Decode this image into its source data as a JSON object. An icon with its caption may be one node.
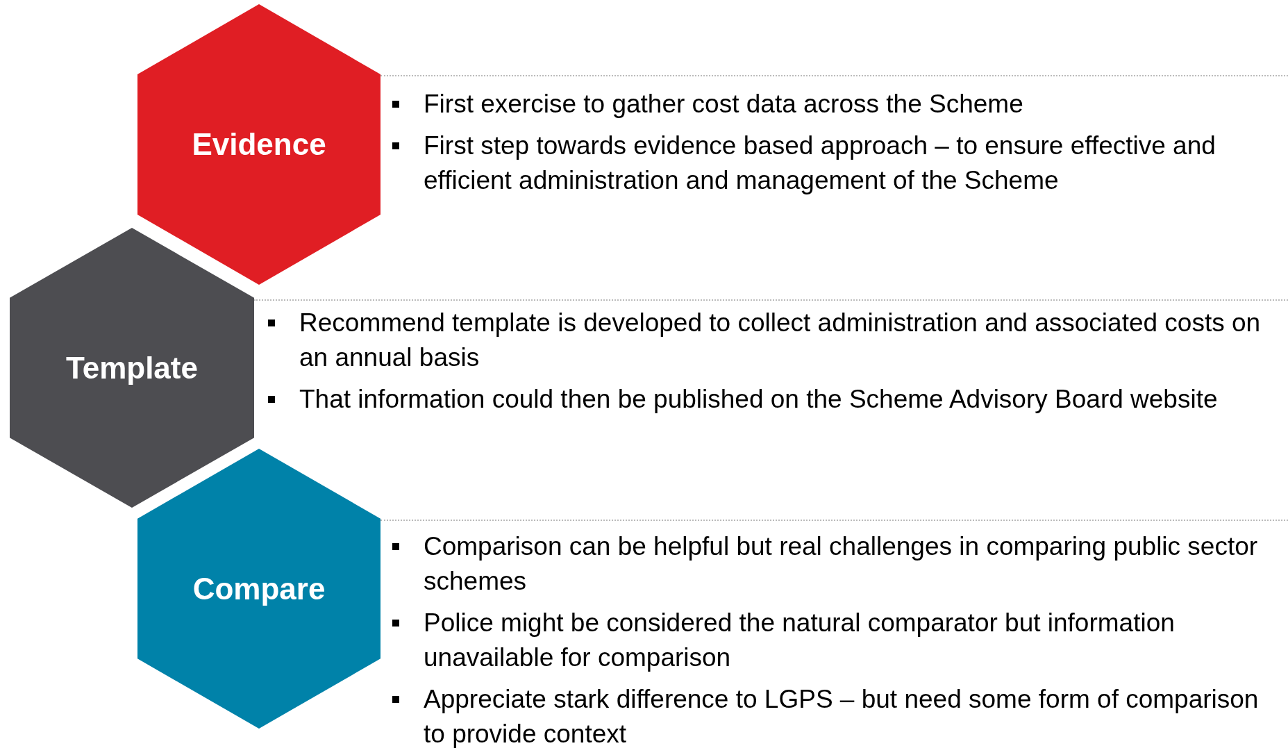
{
  "diagram": {
    "nodes": [
      {
        "text": [
          "Evidence"
        ],
        "beside": [
          "First exercise to gather cost data across the Scheme",
          "First step towards evidence based approach – to ensure effective and efficient administration and management of the Scheme"
        ]
      },
      {
        "text": [
          "Template"
        ],
        "beside": [
          "Recommend template is developed to collect administration and associated costs on an annual basis",
          "That information could then be published on the Scheme Advisory Board website"
        ]
      },
      {
        "text": [
          "Compare"
        ],
        "beside": [
          "Comparison can be helpful but real challenges in comparing public sector schemes",
          "Police might be considered the natural comparator but information unavailable for comparison",
          "Appreciate stark difference to LGPS – but need some form of comparison to provide context"
        ]
      }
    ],
    "edges": []
  }
}
